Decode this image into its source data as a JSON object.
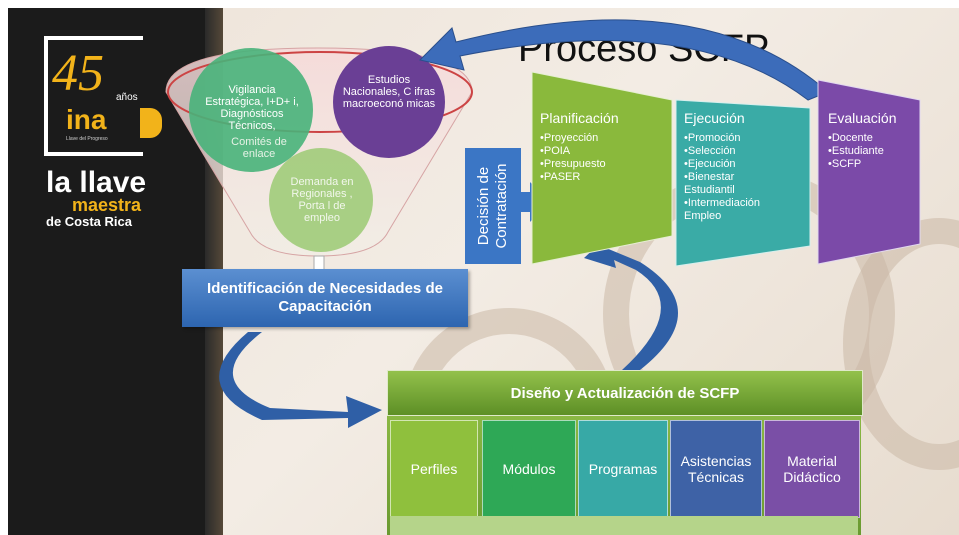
{
  "logo": {
    "number": "45",
    "years": "años",
    "brand": "ina",
    "tagline_small": "Llave del Progreso"
  },
  "slogan": {
    "line1": "la llave",
    "line2": "maestra",
    "line3": "de Costa Rica"
  },
  "title": "Proceso SCFP",
  "funnel": {
    "vigilancia": "Vigilancia Estratégica, I+D+ i, Diagnósticos Técnicos,",
    "comites": "Comités de enlace",
    "estudios": "Estudios Nacionales, C ifras macroeconó micas",
    "demanda": "Demanda en Regionales , Porta l de empleo"
  },
  "identificacion": "Identificación de Necesidades de Capacitación",
  "decision": "Decisión de Contratación",
  "stages": [
    {
      "title": "Planificación",
      "items": [
        "Proyección",
        "POIA",
        "Presupuesto",
        "PASER"
      ],
      "color": "#8ab93c"
    },
    {
      "title": "Ejecución",
      "items": [
        "Promoción",
        "Selección",
        "Ejecución",
        "Bienestar Estudiantil",
        "Intermediación Empleo"
      ],
      "color": "#3aaba6"
    },
    {
      "title": "Evaluación",
      "items": [
        "Docente",
        "Estudiante",
        "SCFP"
      ],
      "color": "#7b4aa8"
    }
  ],
  "diseno": "Diseño y Actualización de SCFP",
  "components": [
    {
      "label": "Perfiles",
      "color": "#8fc03d"
    },
    {
      "label": "Módulos",
      "color": "#2ea856"
    },
    {
      "label": "Programas",
      "color": "#37a9a6"
    },
    {
      "label": "Asistencias Técnicas",
      "color": "#3e62a6"
    },
    {
      "label": "Material Didáctico",
      "color": "#7a4fa6"
    }
  ],
  "colors": {
    "sidebar": "#1b1b1b",
    "accent": "#f2b31a",
    "arrow": "#2f5fa6"
  }
}
